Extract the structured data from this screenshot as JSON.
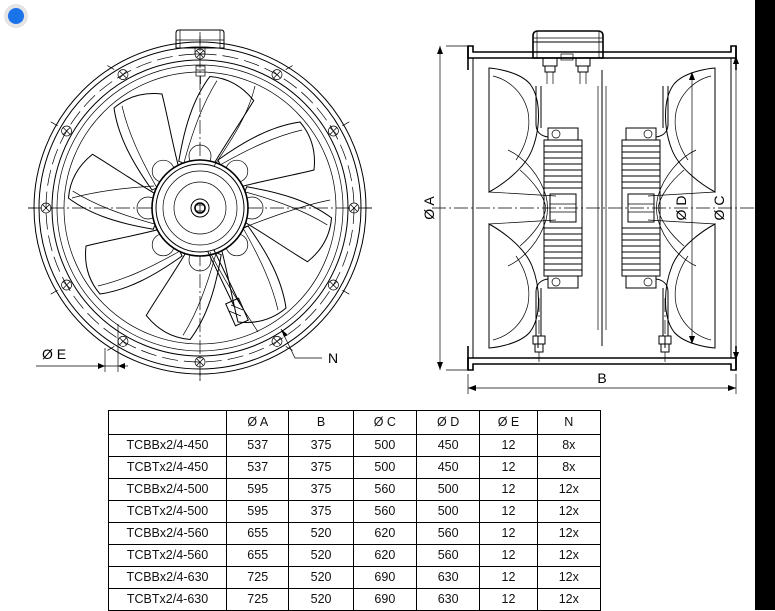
{
  "page": {
    "background_color": "#ffffff",
    "line_color": "#000000",
    "right_strip_color": "#000000",
    "cursor_dot_color": "#1a73e8"
  },
  "drawing": {
    "front_view": {
      "name": "front-view",
      "labels": [
        {
          "key": "diameter_e",
          "text": "Ø E"
        },
        {
          "key": "bolt_count",
          "text": "N"
        }
      ]
    },
    "section_view": {
      "name": "section-view",
      "labels": [
        {
          "key": "diameter_a",
          "text": "Ø A"
        },
        {
          "key": "diameter_d",
          "text": "Ø D"
        },
        {
          "key": "diameter_c",
          "text": "Ø C"
        },
        {
          "key": "length_b",
          "text": "B"
        }
      ]
    }
  },
  "spec_table": {
    "headers": [
      "",
      "Ø A",
      "B",
      "Ø C",
      "Ø D",
      "Ø E",
      "N"
    ],
    "rows": [
      {
        "model": "TCBBx2/4-450",
        "a": "537",
        "b": "375",
        "c": "500",
        "d": "450",
        "e": "12",
        "n": "8x"
      },
      {
        "model": "TCBTx2/4-450",
        "a": "537",
        "b": "375",
        "c": "500",
        "d": "450",
        "e": "12",
        "n": "8x"
      },
      {
        "model": "TCBBx2/4-500",
        "a": "595",
        "b": "375",
        "c": "560",
        "d": "500",
        "e": "12",
        "n": "12x"
      },
      {
        "model": "TCBTx2/4-500",
        "a": "595",
        "b": "375",
        "c": "560",
        "d": "500",
        "e": "12",
        "n": "12x"
      },
      {
        "model": "TCBBx2/4-560",
        "a": "655",
        "b": "520",
        "c": "620",
        "d": "560",
        "e": "12",
        "n": "12x"
      },
      {
        "model": "TCBTx2/4-560",
        "a": "655",
        "b": "520",
        "c": "620",
        "d": "560",
        "e": "12",
        "n": "12x"
      },
      {
        "model": "TCBBx2/4-630",
        "a": "725",
        "b": "520",
        "c": "690",
        "d": "630",
        "e": "12",
        "n": "12x"
      },
      {
        "model": "TCBTx2/4-630",
        "a": "725",
        "b": "520",
        "c": "690",
        "d": "630",
        "e": "12",
        "n": "12x"
      }
    ]
  }
}
